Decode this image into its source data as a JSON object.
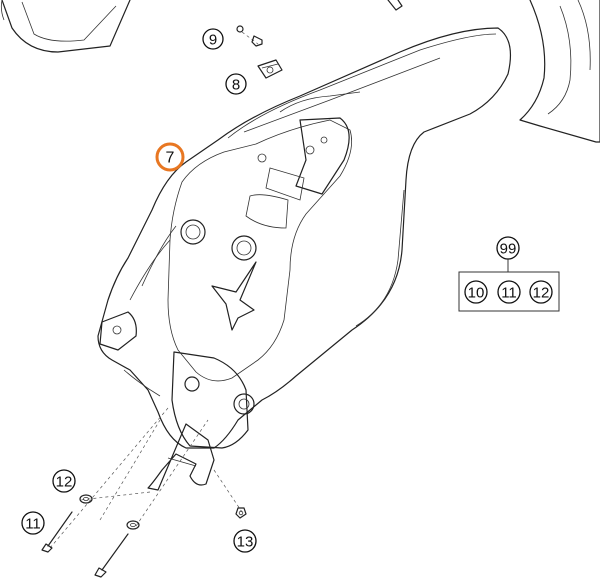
{
  "callouts": {
    "c7": "7",
    "c8": "8",
    "c9": "9",
    "c99": "99",
    "c10": "10",
    "c11_group": "11",
    "c12_group": "12",
    "c11": "11",
    "c12": "12",
    "c13": "13"
  },
  "colors": {
    "highlight": "#e87722",
    "line": "#222222",
    "shade": "#f3f3f3"
  }
}
